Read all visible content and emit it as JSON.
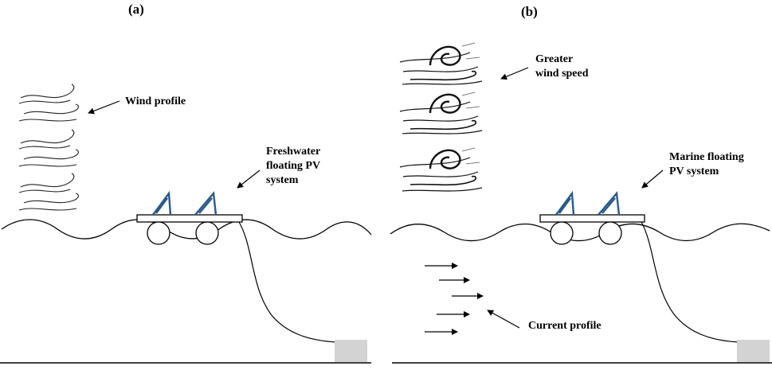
{
  "panel_a": {
    "letter": "(a)",
    "wind_label": "Wind profile",
    "system_label_lines": [
      "Freshwater",
      "floating PV",
      "system"
    ]
  },
  "panel_b": {
    "letter": "(b)",
    "wind_label_lines": [
      "Greater",
      "wind speed"
    ],
    "system_label_lines": [
      "Marine floating",
      "PV system"
    ],
    "current_label": "Current profile"
  },
  "colors": {
    "ink": "#000000",
    "panel_frame": "#2b5a8a",
    "anchor": "#d3d3d3"
  }
}
